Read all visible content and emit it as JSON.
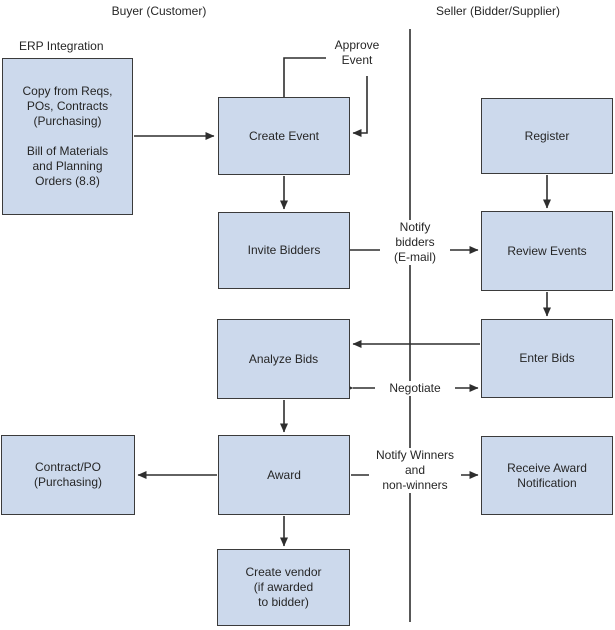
{
  "colors": {
    "box_fill": "#ccd9ec",
    "box_border": "#3b3b3b",
    "line": "#2e2e2e",
    "text": "#262626",
    "background": "#ffffff"
  },
  "lanes": {
    "buyer_heading": "Buyer (Customer)",
    "seller_heading": "Seller (Bidder/Supplier)"
  },
  "annotations": {
    "erp_integration": "ERP Integration",
    "approve_event": "Approve\nEvent",
    "notify_bidders": "Notify\nbidders\n(E-mail)",
    "negotiate": "Negotiate",
    "notify_winners": "Notify Winners\nand\nnon-winners"
  },
  "boxes": {
    "erp_source": "Copy from Reqs,\nPOs, Contracts\n(Purchasing)\n\nBill of Materials\nand Planning\nOrders (8.8)",
    "create_event": "Create Event",
    "invite_bidders": "Invite Bidders",
    "analyze_bids": "Analyze Bids",
    "award": "Award",
    "create_vendor": "Create vendor\n(if awarded\nto bidder)",
    "contract_po": "Contract/PO\n(Purchasing)",
    "register": "Register",
    "review_events": "Review Events",
    "enter_bids": "Enter Bids",
    "receive_award": "Receive Award\nNotification"
  }
}
